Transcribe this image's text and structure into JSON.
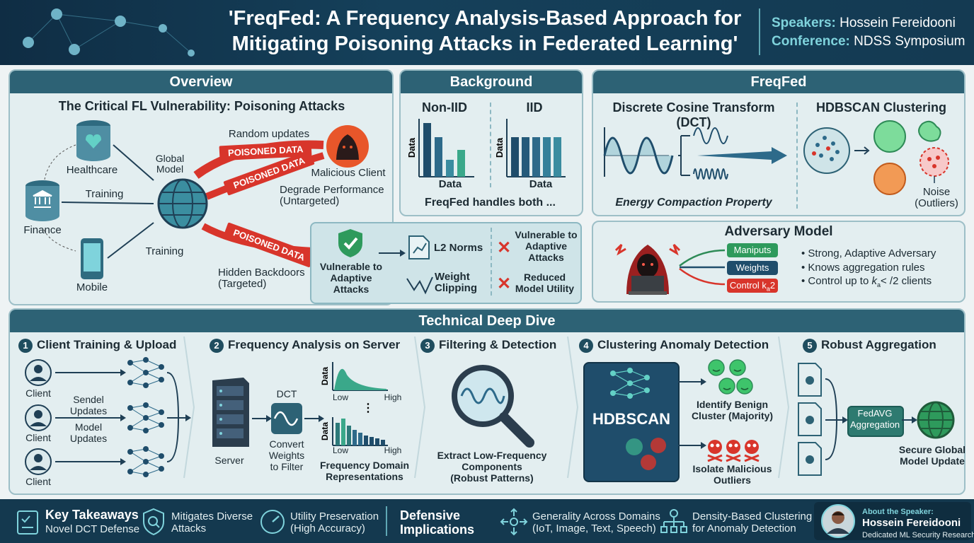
{
  "header": {
    "title_line1": "'FreqFed: A Frequency Analysis-Based Approach for",
    "title_line2": "Mitigating Poisoning Attacks in Federated Learning'",
    "speakers_key": "Speakers:",
    "speakers_val": "Hossein Fereidooni",
    "conference_key": "Conference:",
    "conference_val": "NDSS Symposium"
  },
  "overview": {
    "heading": "Overview",
    "subtitle": "The Critical FL Vulnerability: Poisoning Attacks",
    "healthcare": "Healthcare",
    "finance": "Finance",
    "mobile": "Mobile",
    "training1": "Training",
    "training2": "Training",
    "global_model": "Global\nModel",
    "random_updates": "Random updates",
    "poisoned1": "POISONED DATA",
    "poisoned2": "POISONED DATA",
    "poisoned3": "POISONED DATA",
    "malicious_client": "Malicious Client",
    "degrade": "Degrade Performance\n(Untargeted)",
    "hidden": "Hidden Backdoors\n(Targeted)",
    "vulnerable": "Vulnerable to\nAdaptive\nAttacks",
    "l2": "L2 Norms",
    "weight_clip": "Weight\nClipping",
    "vuln_adaptive": "Vulnerable to\nAdaptive\nAttacks",
    "reduced": "Reduced\nModel Utility"
  },
  "background": {
    "heading": "Background",
    "noniid": "Non-IID",
    "iid": "IID",
    "ylabel": "Data",
    "xlabel": "Data",
    "footer": "FreqFed handles both ..."
  },
  "freqfed": {
    "heading": "FreqFed",
    "dct": "Discrete Cosine Transform (DCT)",
    "hdbscan": "HDBSCAN Clustering",
    "energy": "Energy Compaction Property",
    "noise": "Noise\n(Outliers)"
  },
  "adversary": {
    "heading": "Adversary Model",
    "manipulates": "Maniputs",
    "weights": "Weights",
    "control": "Control k",
    "control_sub": "a",
    "control_tail": "2",
    "b1": "• Strong, Adaptive Adversary",
    "b2": "• Knows aggregation rules",
    "b3_pre": "• Control up to ",
    "b3_k": "k",
    "b3_sub": "a",
    "b3_post": "< /2 clients"
  },
  "deep": {
    "heading": "Technical Deep Dive",
    "s1_num": "1",
    "s1": "Client Training & Upload",
    "s2_num": "2",
    "s2": "Frequency Analysis on Server",
    "s3_num": "3",
    "s3": "Filtering & Detection",
    "s4_num": "4",
    "s4": "Clustering Anomaly Detection",
    "s5_num": "5",
    "s5": "Robust Aggregation",
    "client1": "Client",
    "client2": "Client",
    "client3": "Client",
    "sendel": "Sendel\nUpdates",
    "model_updates": "Model\nUpdates",
    "server": "Server",
    "dct": "DCT",
    "convert": "Convert\nWeights\nto Filter",
    "data1": "Data",
    "data2": "Data",
    "low1": "Low",
    "high1": "High",
    "low2": "Low",
    "high2": "High",
    "freq_domain": "Frequency Domain\nRepresentations",
    "extract": "Extract Low-Frequency\nComponents\n(Robust Patterns)",
    "hdbscan": "HDBSCAN",
    "benign": "Identify Benign\nCluster (Majority)",
    "isolate": "Isolate Malicious\nOutliers",
    "fedavg": "FedAVG\nAggregation",
    "secure": "Secure Global\nModel Update"
  },
  "footer": {
    "kt_title": "Key Takeaways",
    "kt_sub": "Novel DCT Defense",
    "mitigates": "Mitigates Diverse\nAttacks",
    "utility": "Utility Preservation\n(High Accuracy)",
    "defensive": "Defensive\nImplications",
    "generality": "Generality Across Domains\n(IoT, Image, Text, Speech)",
    "density": "Density-Based Clustering\nfor Anomaly Detection",
    "about": "About the Speaker:",
    "speaker": "Hossein Fereidooni",
    "role": "Dedicated ML Security Researcher"
  },
  "colors": {
    "accent": "#2d6275",
    "poison": "#d8352b",
    "green": "#2e8b57",
    "navy": "#14394f"
  }
}
